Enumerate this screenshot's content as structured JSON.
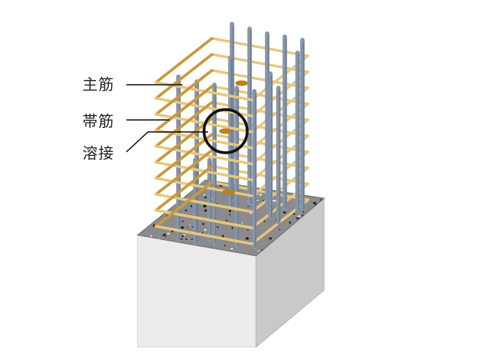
{
  "labels": {
    "main_rebar": "主筋",
    "hoop": "帯筋",
    "weld": "溶接"
  },
  "colors": {
    "rebar": "#8595a9",
    "rebar_dark": "#6a7a8f",
    "hoop_front": "#c79a3a",
    "hoop_back": "#e8c77b",
    "concrete_top": "#8b8b8b",
    "concrete_left": "#ececec",
    "concrete_right": "#c9c9c9",
    "callout_circle": "#111111",
    "leader_line": "#111111"
  },
  "icons": {
    "weld_marker": "weld-circle-icon"
  }
}
